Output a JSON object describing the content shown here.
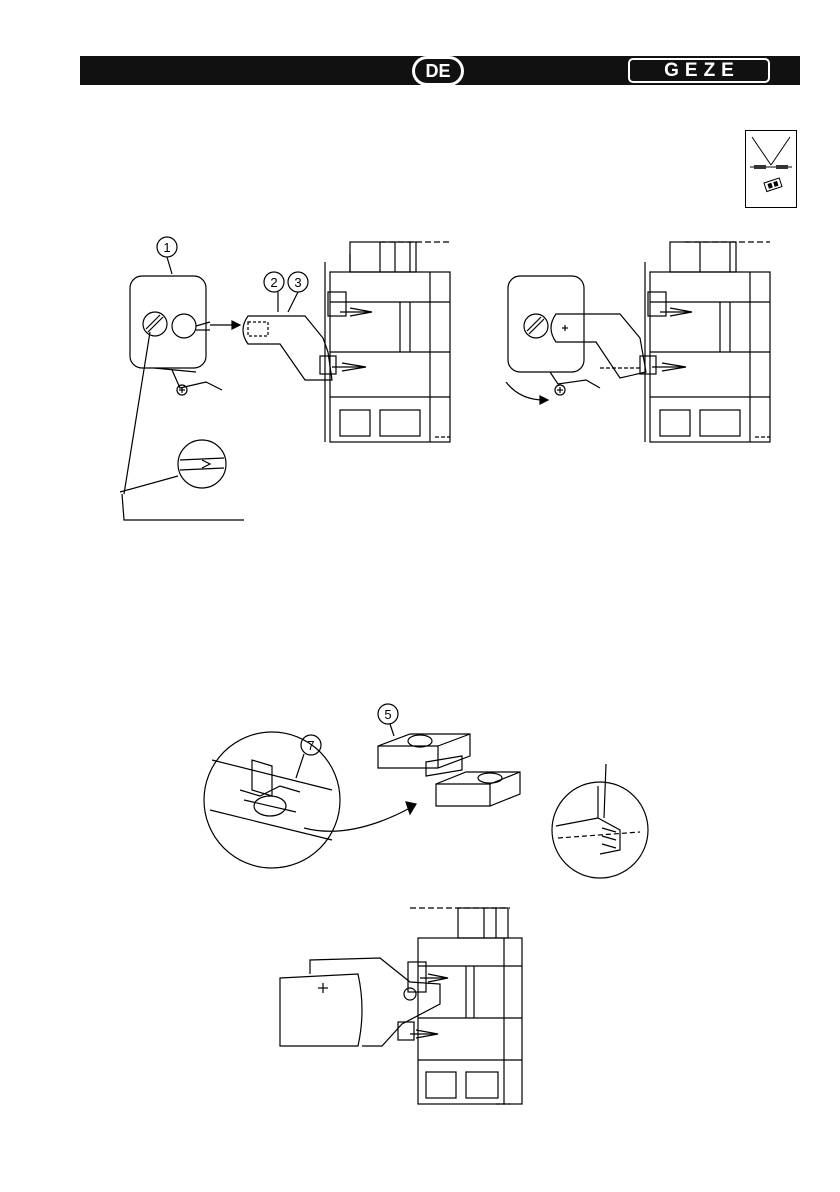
{
  "header": {
    "language_code": "DE",
    "brand": "GEZE"
  },
  "icons": {
    "door_type": "double-door-leaf-icon",
    "door_type_mark": "frame-mark-icon"
  },
  "figure_a": {
    "callouts": [
      "1",
      "2",
      "3"
    ]
  },
  "figure_c": {
    "callouts": [
      "5",
      "7"
    ]
  }
}
